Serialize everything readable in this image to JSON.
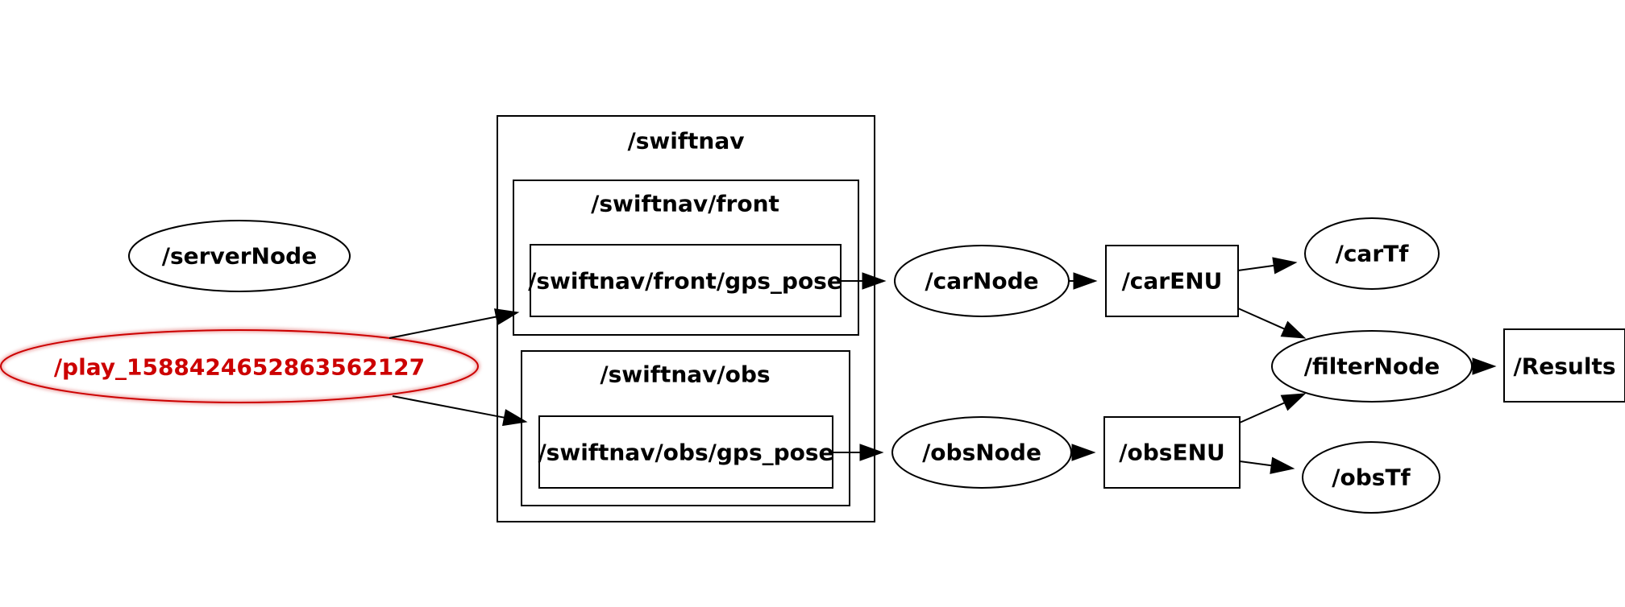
{
  "colors": {
    "default": "#000000",
    "highlight": "#cc0000",
    "background": "#ffffff"
  },
  "clusters": {
    "swiftnav": "/swiftnav",
    "front": "/swiftnav/front",
    "obs": "/swiftnav/obs"
  },
  "nodes": {
    "serverNode": "/serverNode",
    "play": "/play_1588424652863562127",
    "frontGpsPose": "/swiftnav/front/gps_pose",
    "obsGpsPose": "/swiftnav/obs/gps_pose",
    "carNode": "/carNode",
    "obsNode": "/obsNode",
    "carENU": "/carENU",
    "obsENU": "/obsENU",
    "carTf": "/carTf",
    "obsTf": "/obsTf",
    "filterNode": "/filterNode",
    "results": "/Results"
  },
  "edges": [
    [
      "play",
      "frontGpsPose"
    ],
    [
      "play",
      "obsGpsPose"
    ],
    [
      "frontGpsPose",
      "carNode"
    ],
    [
      "obsGpsPose",
      "obsNode"
    ],
    [
      "carNode",
      "carENU"
    ],
    [
      "obsNode",
      "obsENU"
    ],
    [
      "carENU",
      "carTf"
    ],
    [
      "carENU",
      "filterNode"
    ],
    [
      "obsENU",
      "filterNode"
    ],
    [
      "obsENU",
      "obsTf"
    ],
    [
      "filterNode",
      "results"
    ]
  ]
}
